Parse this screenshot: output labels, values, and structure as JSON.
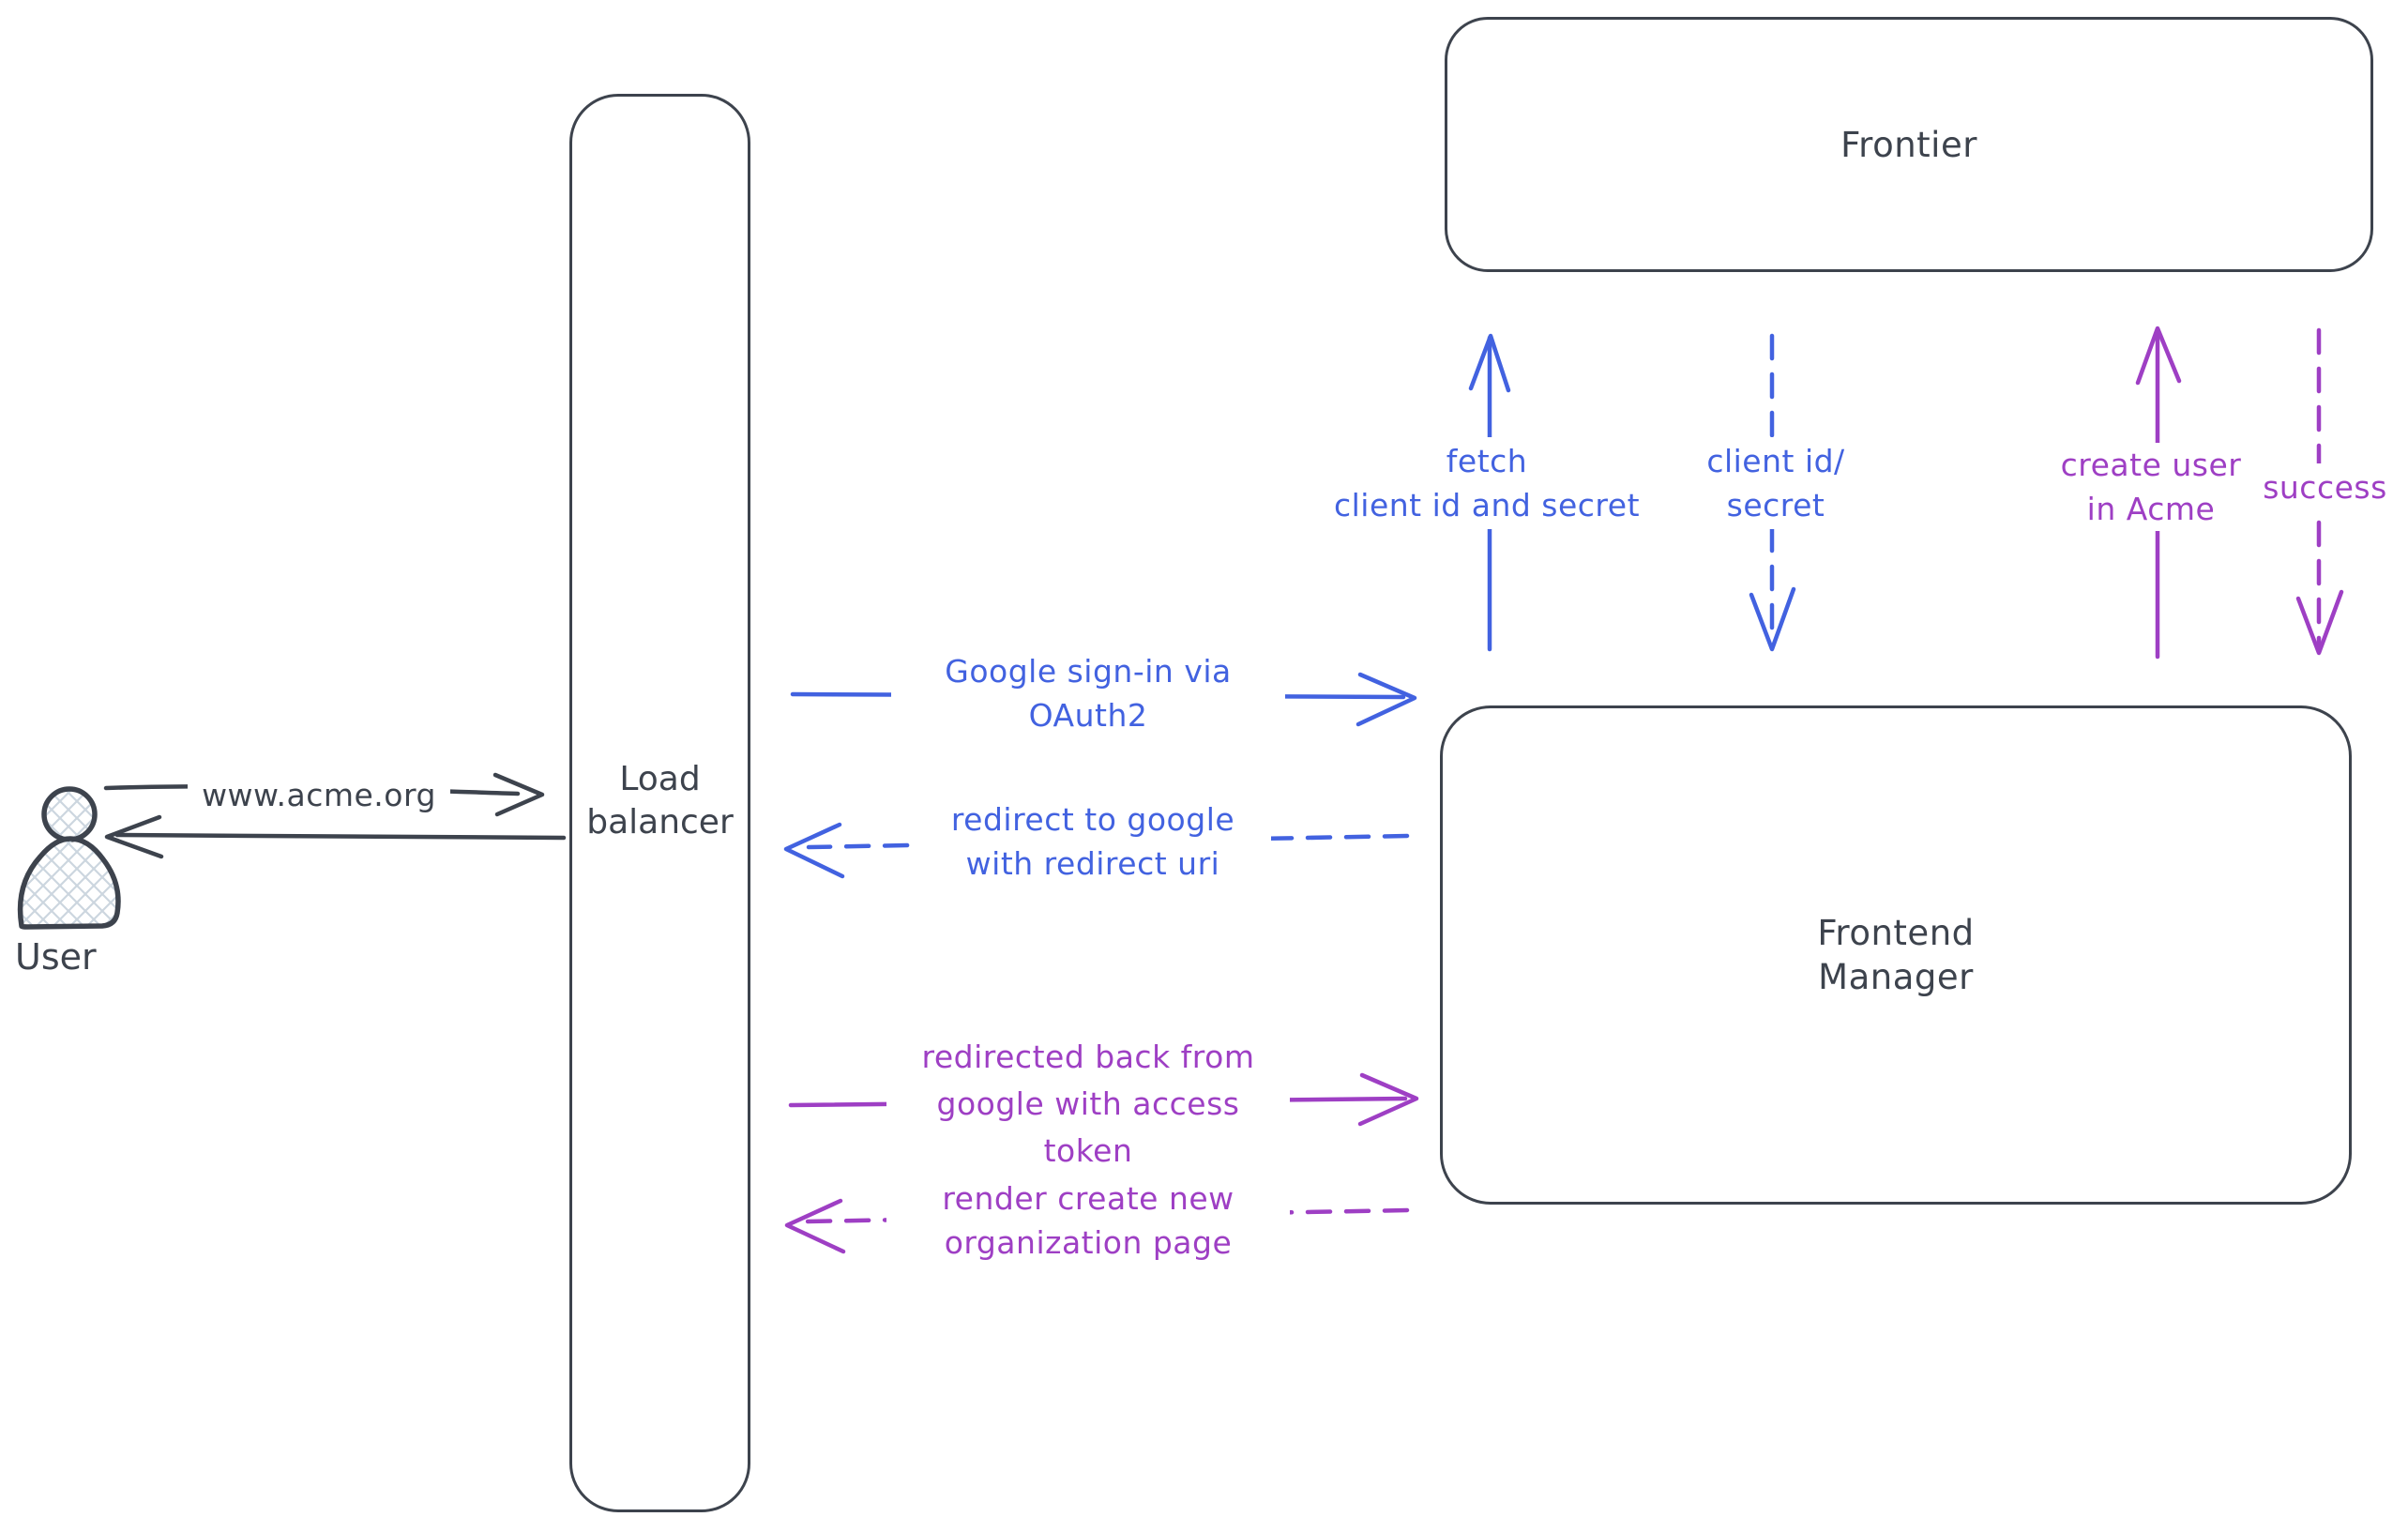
{
  "colors": {
    "ink": "#3d434d",
    "blue": "#4262e0",
    "purple": "#9e3fc4",
    "hatch": "#ccd6df"
  },
  "nodes": {
    "user": {
      "label": "User"
    },
    "load_balancer": {
      "line1": "Load",
      "line2": "balancer"
    },
    "frontier": {
      "label": "Frontier"
    },
    "frontend_manager": {
      "line1": "Frontend",
      "line2": "Manager"
    }
  },
  "edges": {
    "acme_url": {
      "label": "www.acme.org"
    },
    "google_signin": {
      "line1": "Google sign-in via",
      "line2": "OAuth2"
    },
    "redirect_to_google": {
      "line1": "redirect to google",
      "line2": "with redirect uri"
    },
    "redirected_back": {
      "line1": "redirected back from",
      "line2": "google with access",
      "line3": "token"
    },
    "render_new_org": {
      "line1": "render create new",
      "line2": "organization page"
    },
    "fetch_client": {
      "line1": "fetch",
      "line2": "client id and secret"
    },
    "client_id_secret": {
      "line1": "client id/",
      "line2": "secret"
    },
    "create_user": {
      "line1": "create user",
      "line2": "in Acme"
    },
    "success": {
      "label": "success"
    }
  }
}
